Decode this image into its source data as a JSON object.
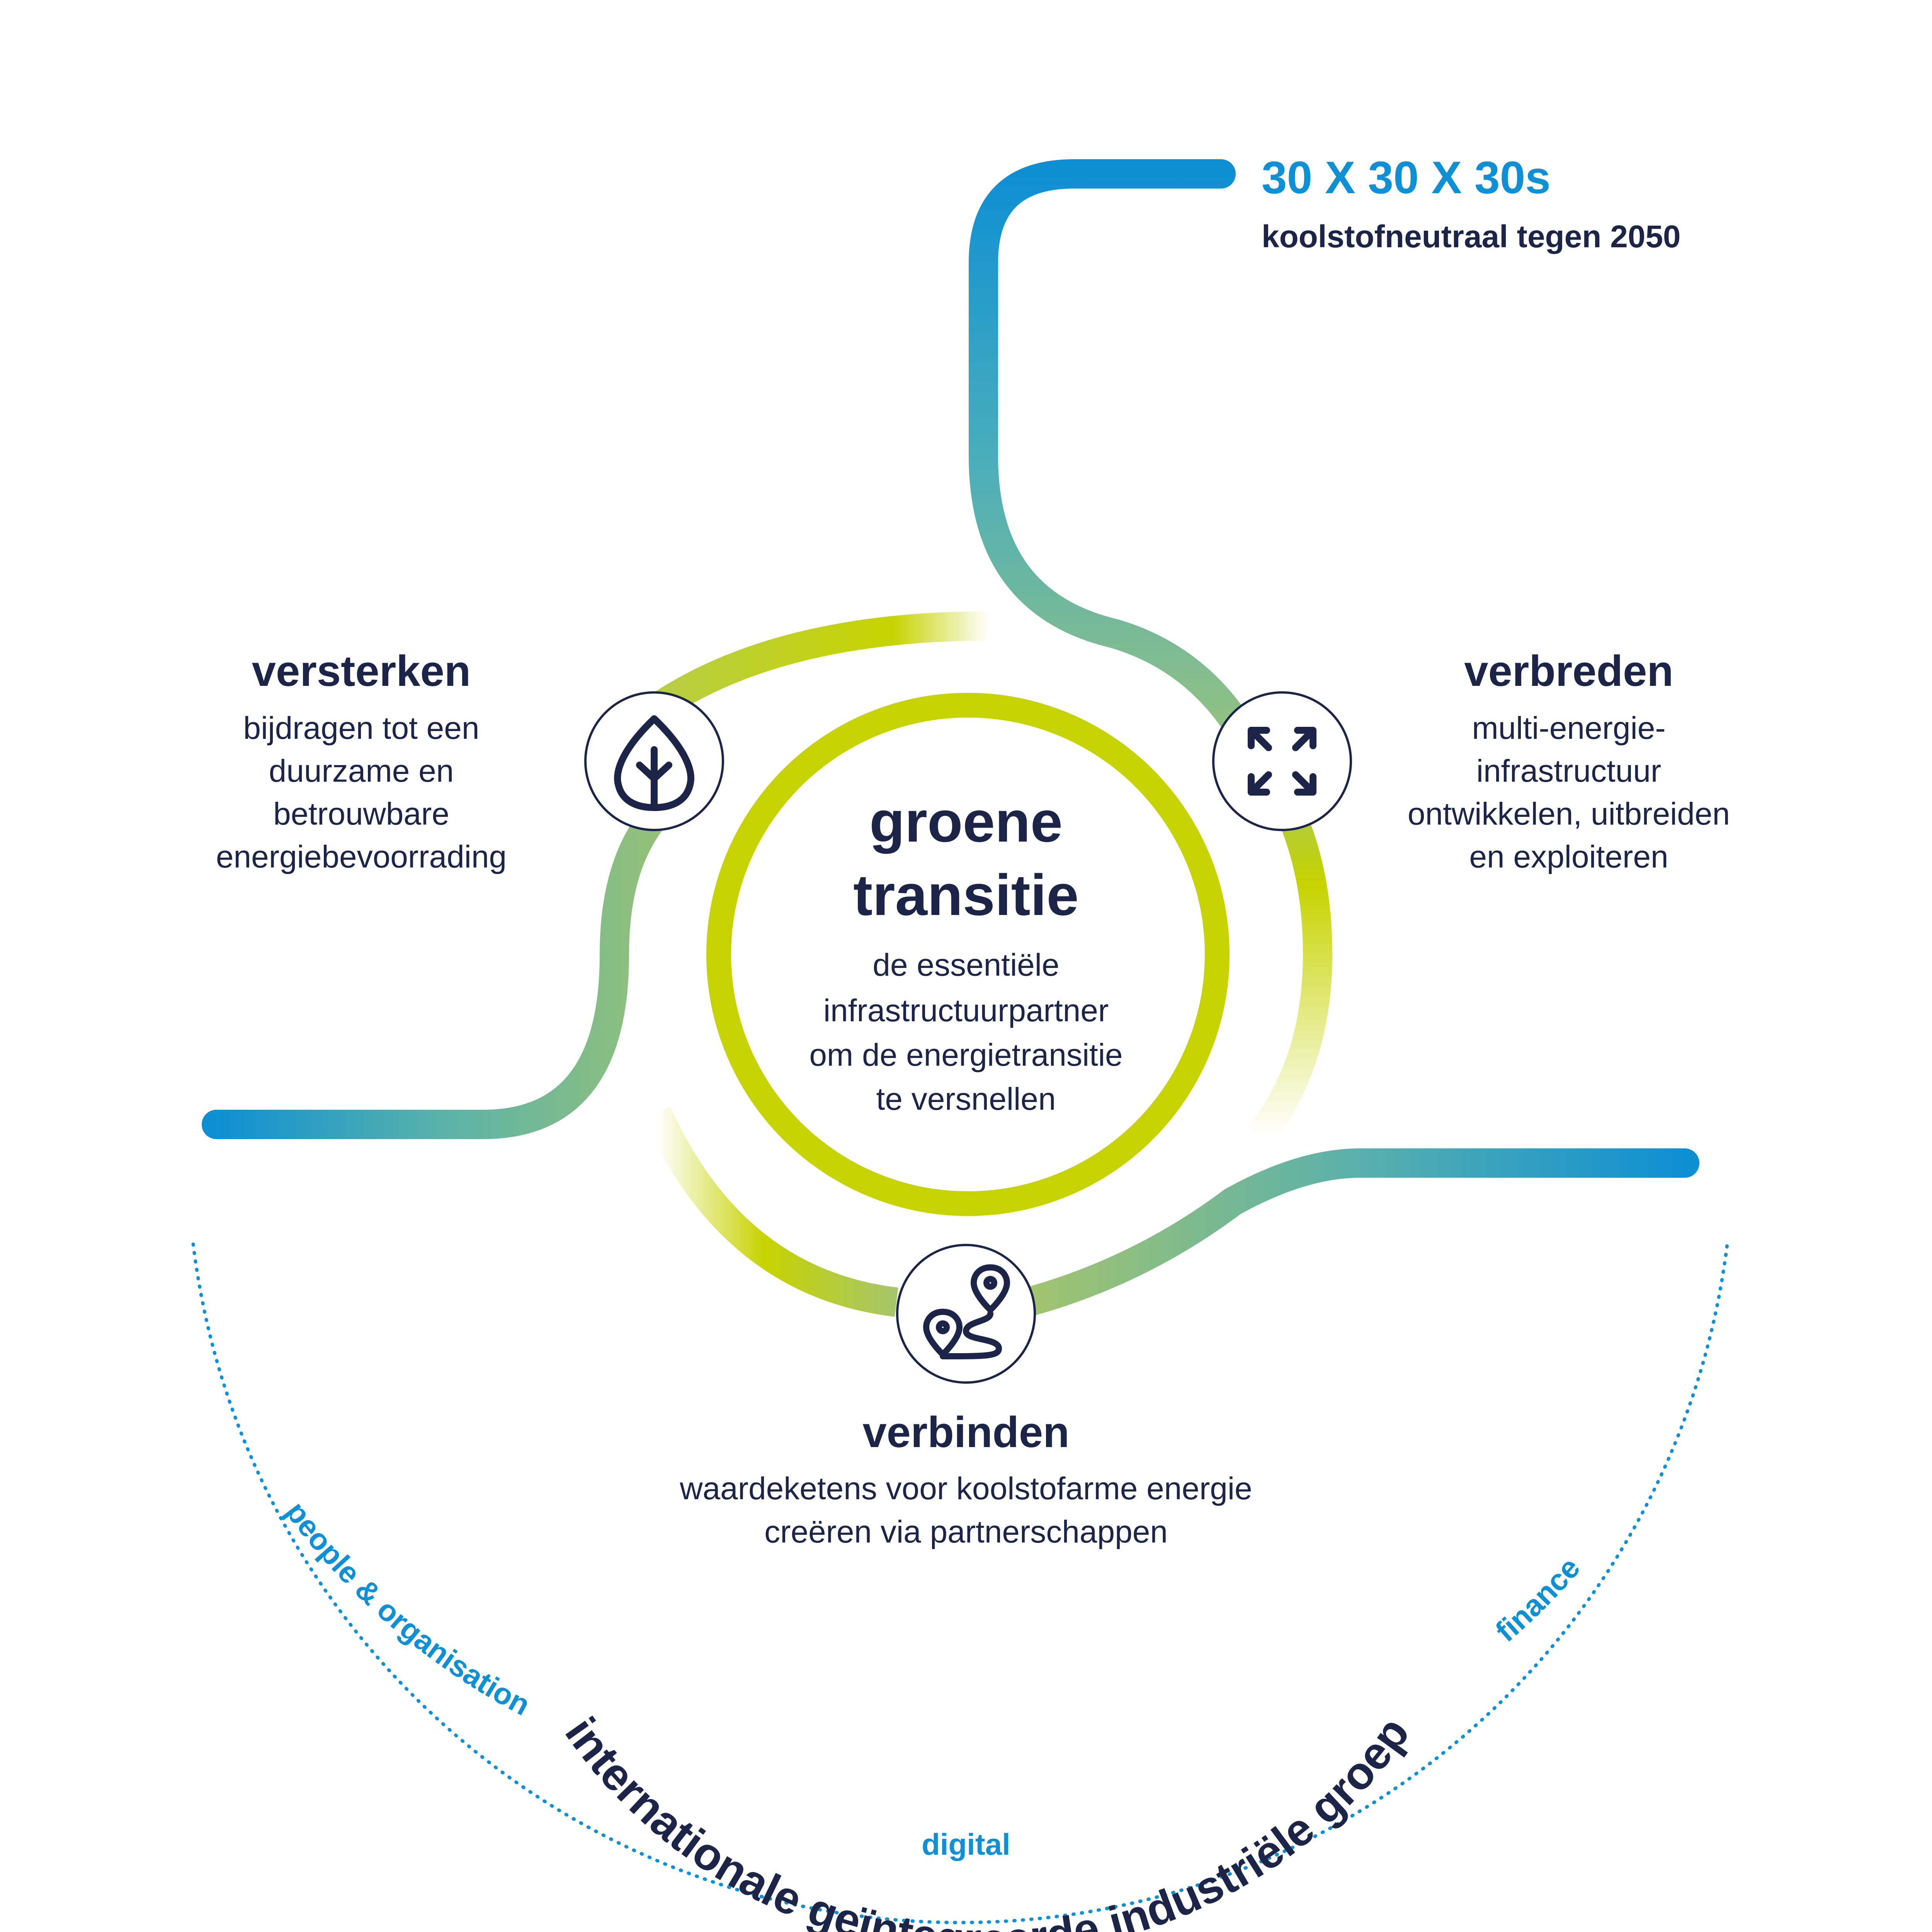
{
  "goal": {
    "title": "30 X 30 X 30s",
    "subtitle": "koolstofneutraal tegen 2050"
  },
  "center": {
    "title_line1": "groene",
    "title_line2": "transitie",
    "desc": [
      "de essentiële",
      "infrastructuurpartner",
      "om de energietransitie",
      "te versnellen"
    ]
  },
  "pillars": {
    "versterken": {
      "title": "versterken",
      "desc": [
        "bijdragen tot een",
        "duurzame en",
        "betrouwbare",
        "energiebevoorrading"
      ],
      "icon": "leaf-icon"
    },
    "verbreden": {
      "title": "verbreden",
      "desc": [
        "multi-energie-",
        "infrastructuur",
        "ontwikkelen, uitbreiden",
        "en exploiteren"
      ],
      "icon": "expand-arrows-icon"
    },
    "verbinden": {
      "title": "verbinden",
      "desc": [
        "waardeketens voor koolstofarme energie",
        "creëren via partnerschappen"
      ],
      "icon": "route-pins-icon"
    }
  },
  "foundation": {
    "main": "internationale geïntegreerde industriële groep",
    "people": "people & organisation",
    "digital": "digital",
    "finance": "finance"
  },
  "colors": {
    "navy": "#1c2447",
    "blue": "#1090d4",
    "lime": "#c6d300",
    "teal": "#66b2a8"
  }
}
